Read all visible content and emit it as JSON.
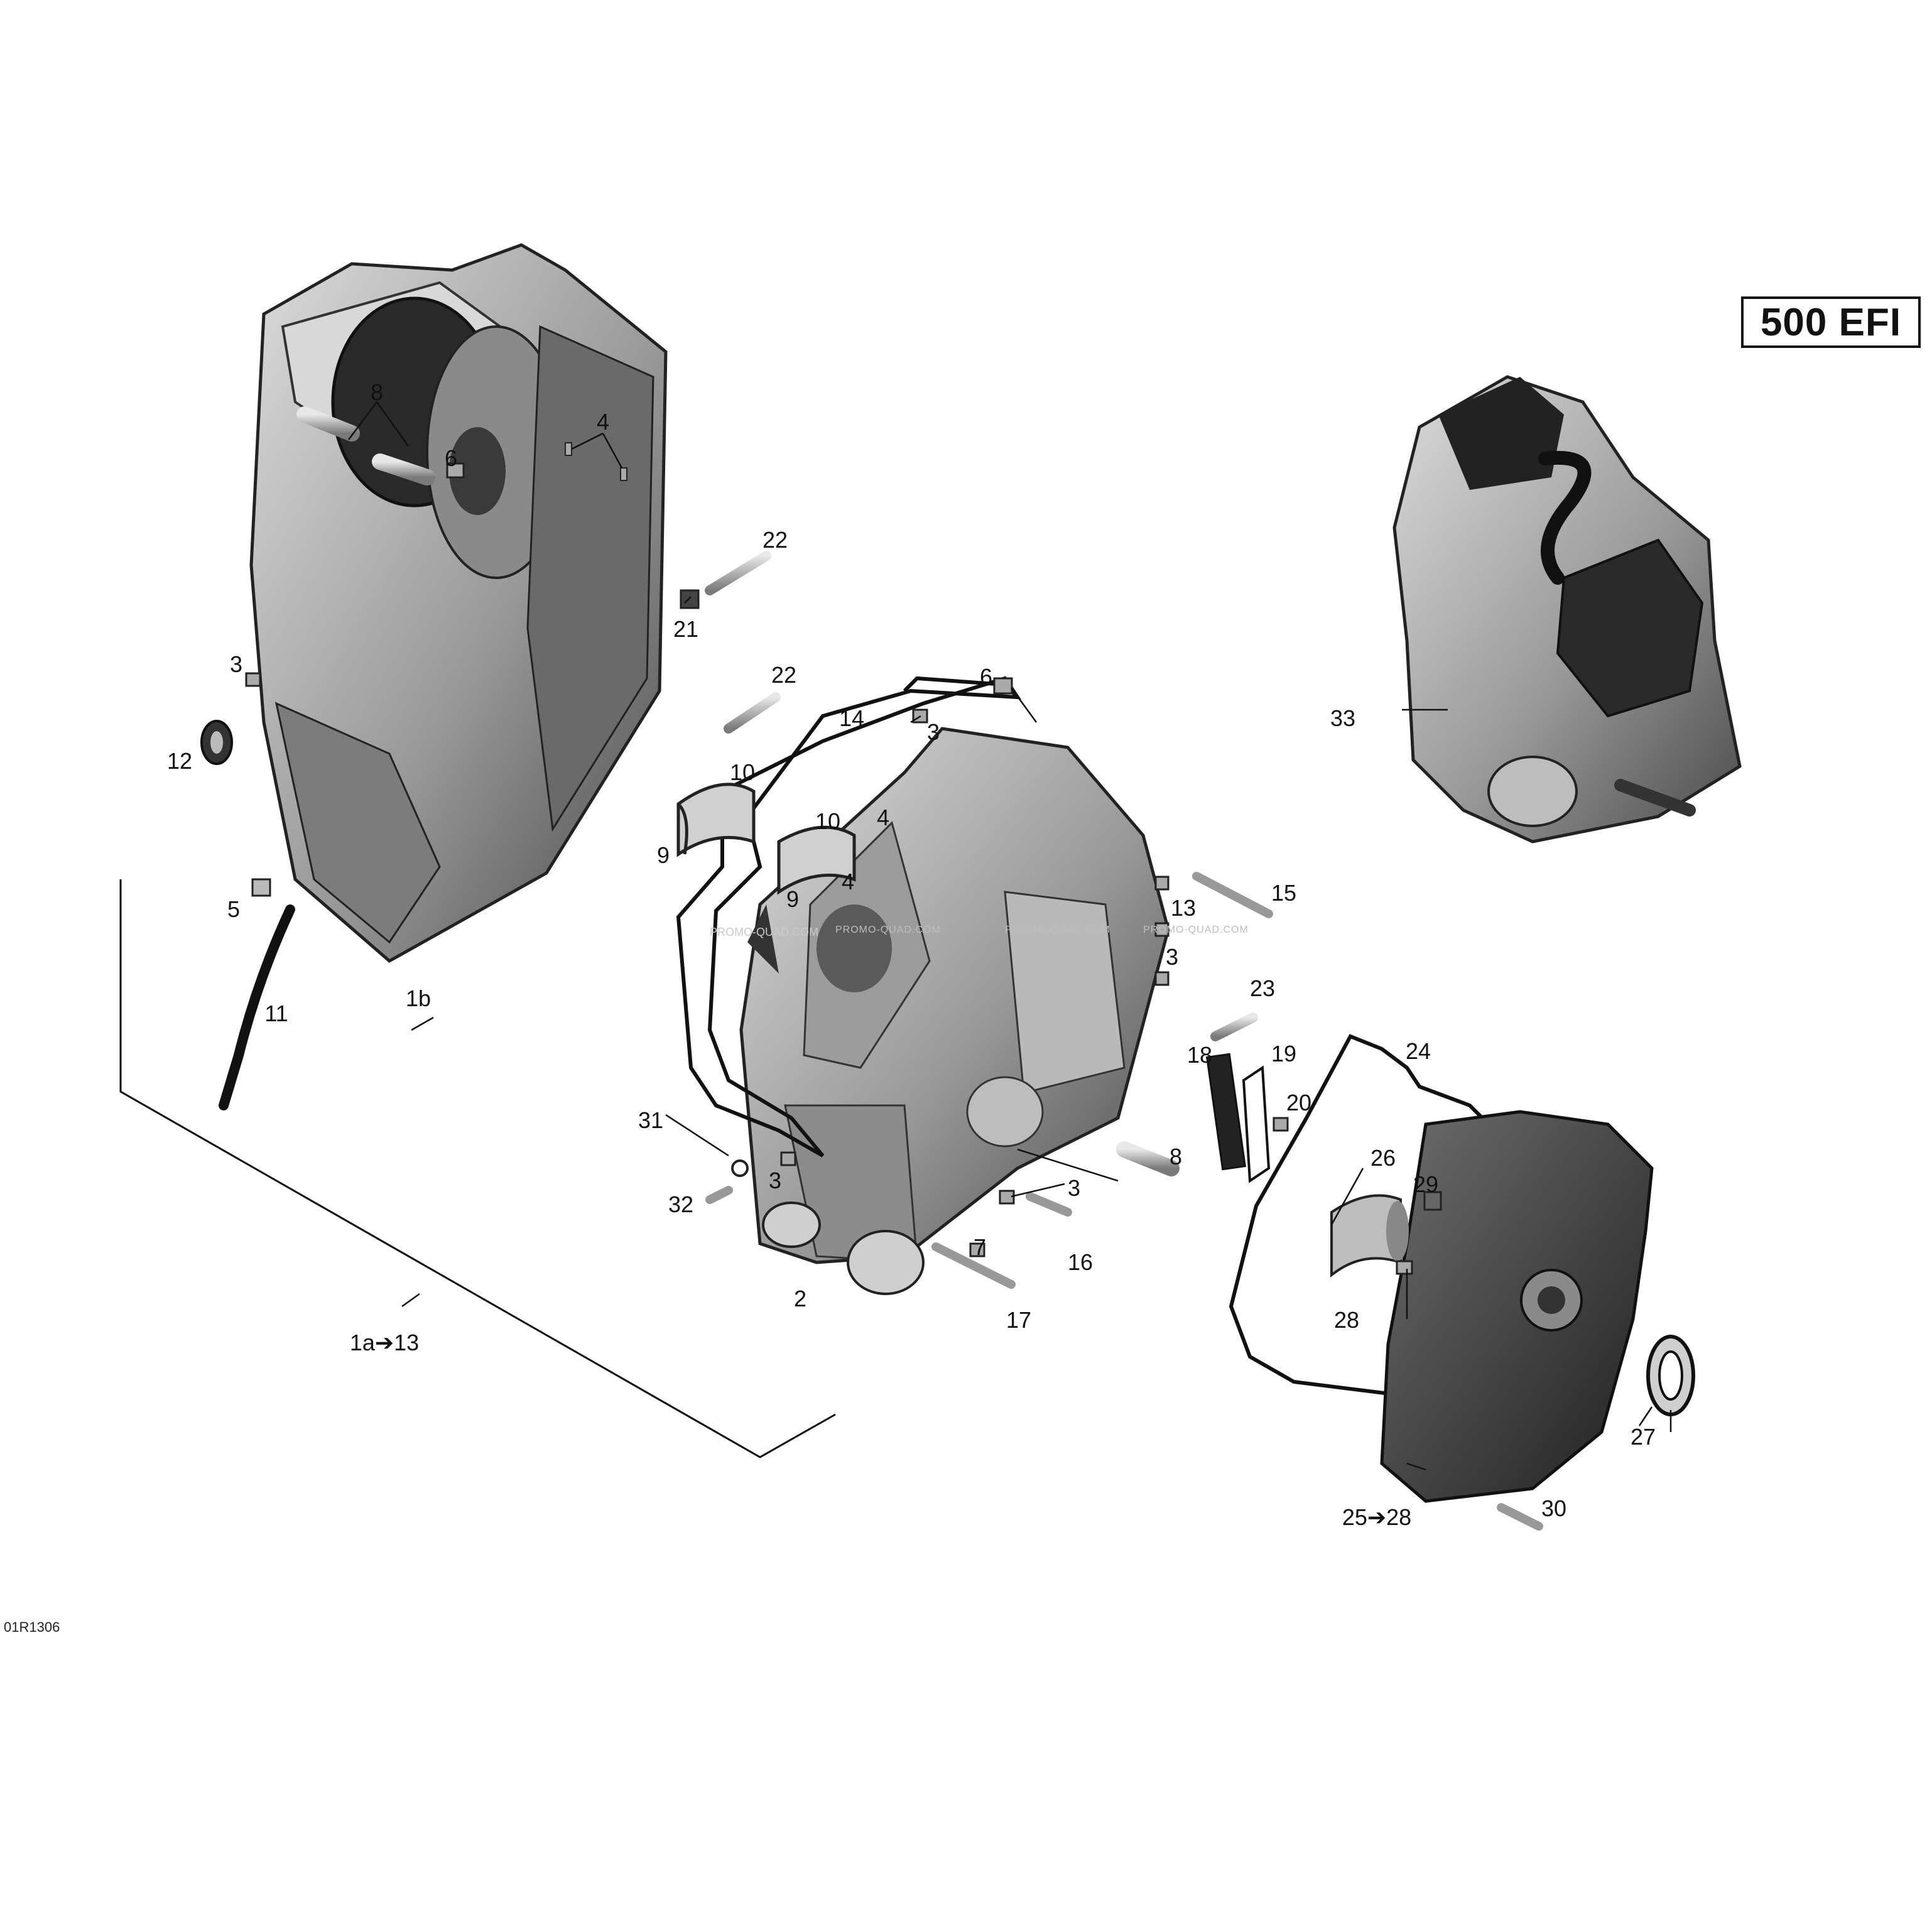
{
  "model_badge": "500 EFI",
  "figure_code": "01R1306",
  "watermark": "PROMO-QUAD.COM",
  "callouts": [
    {
      "id": "c8a",
      "text": "8"
    },
    {
      "id": "c4a",
      "text": "4"
    },
    {
      "id": "c6a",
      "text": "6"
    },
    {
      "id": "c22a",
      "text": "22"
    },
    {
      "id": "c21",
      "text": "21"
    },
    {
      "id": "c3a",
      "text": "3"
    },
    {
      "id": "c12",
      "text": "12"
    },
    {
      "id": "c22b",
      "text": "22"
    },
    {
      "id": "c6b",
      "text": "6"
    },
    {
      "id": "c14",
      "text": "14"
    },
    {
      "id": "c3b",
      "text": "3"
    },
    {
      "id": "c10a",
      "text": "10"
    },
    {
      "id": "c10b",
      "text": "10"
    },
    {
      "id": "c9a",
      "text": "9"
    },
    {
      "id": "c4b",
      "text": "4"
    },
    {
      "id": "c9b",
      "text": "9"
    },
    {
      "id": "c4c",
      "text": "4"
    },
    {
      "id": "c5",
      "text": "5"
    },
    {
      "id": "c11",
      "text": "11"
    },
    {
      "id": "c1b",
      "text": "1b"
    },
    {
      "id": "c15",
      "text": "15"
    },
    {
      "id": "c13",
      "text": "13"
    },
    {
      "id": "c3c",
      "text": "3"
    },
    {
      "id": "c23",
      "text": "23"
    },
    {
      "id": "c18",
      "text": "18"
    },
    {
      "id": "c19",
      "text": "19"
    },
    {
      "id": "c24",
      "text": "24"
    },
    {
      "id": "c20",
      "text": "20"
    },
    {
      "id": "c31",
      "text": "31"
    },
    {
      "id": "c8b",
      "text": "8"
    },
    {
      "id": "c26",
      "text": "26"
    },
    {
      "id": "c3d",
      "text": "3"
    },
    {
      "id": "c29",
      "text": "29"
    },
    {
      "id": "c32",
      "text": "32"
    },
    {
      "id": "c3e",
      "text": "3"
    },
    {
      "id": "c7",
      "text": "7"
    },
    {
      "id": "c16",
      "text": "16"
    },
    {
      "id": "c2",
      "text": "2"
    },
    {
      "id": "c17",
      "text": "17"
    },
    {
      "id": "c28",
      "text": "28"
    },
    {
      "id": "c27",
      "text": "27"
    },
    {
      "id": "c1a13",
      "text": "1a➔13"
    },
    {
      "id": "c2528",
      "text": "25➔28"
    },
    {
      "id": "c30",
      "text": "30"
    },
    {
      "id": "c33",
      "text": "33"
    }
  ]
}
